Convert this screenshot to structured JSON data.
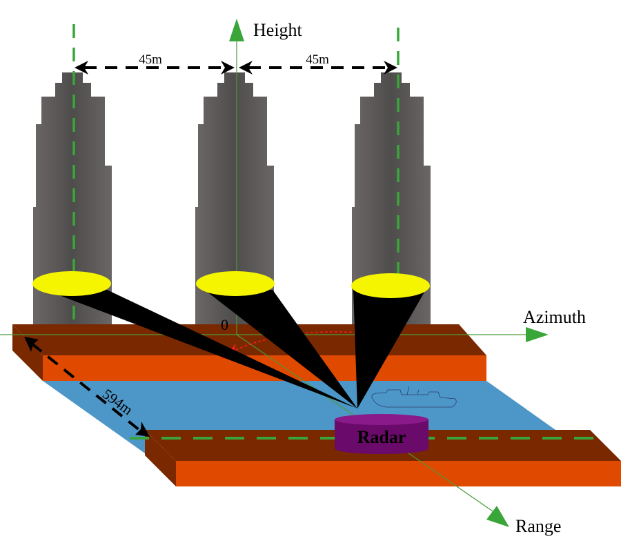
{
  "diagram": {
    "axes": {
      "height_label": "Height",
      "azimuth_label": "Azimuth",
      "range_label": "Range",
      "origin_label": "0"
    },
    "dimensions": {
      "spacing_left": "45m",
      "spacing_right": "45m",
      "river_width": "594m"
    },
    "radar_label": "Radar",
    "buildings": [
      {
        "name": "left-building"
      },
      {
        "name": "center-building"
      },
      {
        "name": "right-building"
      }
    ],
    "colors": {
      "axis_green": "#3aa63a",
      "bank_top": "#7a2800",
      "bank_front": "#e04a00",
      "river": "#4d97c8",
      "radar": "#7a0a7a",
      "beam_spot": "#f5f500",
      "beam": "#000000",
      "arc_red": "#ff1a1a",
      "building": "#5c5a5a"
    }
  }
}
